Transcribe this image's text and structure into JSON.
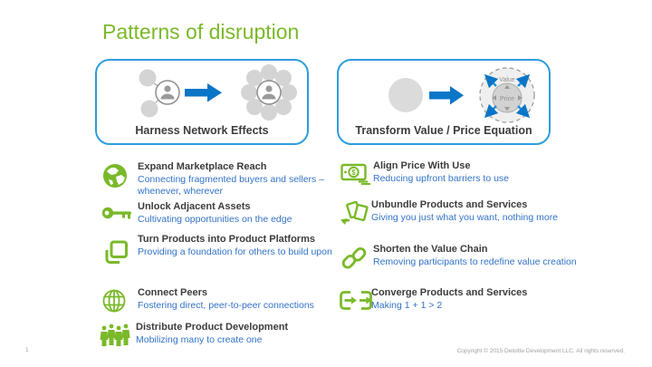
{
  "slide": {
    "title": "Patterns of disruption",
    "page_number": "1",
    "footer": "Copyright © 2015 Deloitte Development LLC. All rights reserved."
  },
  "colors": {
    "green": "#7ab929",
    "box_border_blue": "#2c9edb",
    "arrow_blue": "#0a76c7",
    "subtitle_blue": "#3273c8",
    "heading_gray": "#3c3c3c",
    "footer_gray": "#a0a0a0"
  },
  "columns": [
    {
      "header": {
        "label": "Harness Network Effects",
        "diagram": "network-growth-diagram"
      },
      "items": [
        {
          "icon": "globe-icon",
          "title": "Expand Marketplace Reach",
          "subtitle": "Connecting fragmented buyers and sellers – whenever, wherever"
        },
        {
          "icon": "key-icon",
          "title": "Unlock Adjacent Assets",
          "subtitle": "Cultivating opportunities on the edge"
        },
        {
          "icon": "product-platforms-icon",
          "title": "Turn Products into Product Platforms",
          "subtitle": "Providing a foundation for others to build upon"
        },
        {
          "icon": "wireframe-globe-icon",
          "title": "Connect Peers",
          "subtitle": "Fostering direct, peer-to-peer connections"
        },
        {
          "icon": "people-group-icon",
          "title": "Distribute Product Development",
          "subtitle": "Mobilizing many to create one"
        }
      ]
    },
    {
      "header": {
        "label": "Transform Value / Price Equation",
        "diagram": "value-price-diagram",
        "diagram_labels": {
          "value": "Value",
          "price": "Price"
        }
      },
      "items": [
        {
          "icon": "banknote-icon",
          "title": "Align Price With Use",
          "subtitle": "Reducing upfront barriers to use"
        },
        {
          "icon": "unbundle-icon",
          "title": "Unbundle Products and Services",
          "subtitle": "Giving you just what you want, nothing more"
        },
        {
          "icon": "chain-link-icon",
          "title": "Shorten the Value Chain",
          "subtitle": "Removing participants to redefine value creation"
        },
        {
          "icon": "converge-icon",
          "title": "Converge Products and Services",
          "subtitle": "Making 1 + 1 > 2"
        }
      ]
    }
  ]
}
